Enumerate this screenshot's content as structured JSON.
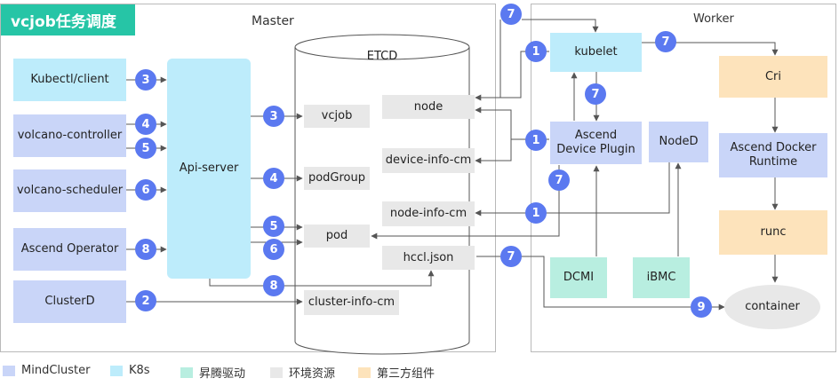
{
  "title": "vcjob任务调度",
  "master": {
    "label": "Master",
    "clients": [
      "Kubectl/client",
      "volcano-controller",
      "volcano-scheduler",
      "Ascend Operator",
      "ClusterD"
    ],
    "api_server": "Api-server",
    "etcd": {
      "label": "ETCD",
      "left_items": [
        "vcjob",
        "podGroup",
        "pod",
        "cluster-info-cm"
      ],
      "right_items": [
        "node",
        "device-info-cm",
        "node-info-cm",
        "hccl.json"
      ]
    }
  },
  "worker": {
    "label": "Worker",
    "kubelet": "kubelet",
    "device_plugin": "Ascend Device Plugin",
    "noded": "NodeD",
    "cri": "Cri",
    "docker_runtime": "Ascend Docker Runtime",
    "runc": "runc",
    "container": "container",
    "dcmi": "DCMI",
    "ibmc": "iBMC"
  },
  "steps": {
    "kubectl_to_api": "3",
    "controller_a": "4",
    "controller_b": "5",
    "scheduler": "6",
    "operator": "8",
    "clusterd": "2",
    "to_vcjob": "3",
    "to_podgroup": "4",
    "to_pod_5": "5",
    "to_pod_6": "6",
    "to_hccl": "8",
    "kubelet_top": "7",
    "kubelet_to_cri": "7",
    "kubelet_left": "1",
    "kubelet_to_plugin": "7",
    "plugin_left": "1",
    "plugin_down": "7",
    "nodeinfo": "1",
    "hccl_out": "7",
    "container_in": "9"
  },
  "legend": [
    {
      "label": "MindCluster",
      "color": "#c9d5f8"
    },
    {
      "label": "K8s",
      "color": "#bdecfb"
    },
    {
      "label": "昇腾驱动",
      "color": "#b8eee0"
    },
    {
      "label": "环境资源",
      "color": "#e8e8e8"
    },
    {
      "label": "第三方组件",
      "color": "#fde3bb"
    }
  ]
}
